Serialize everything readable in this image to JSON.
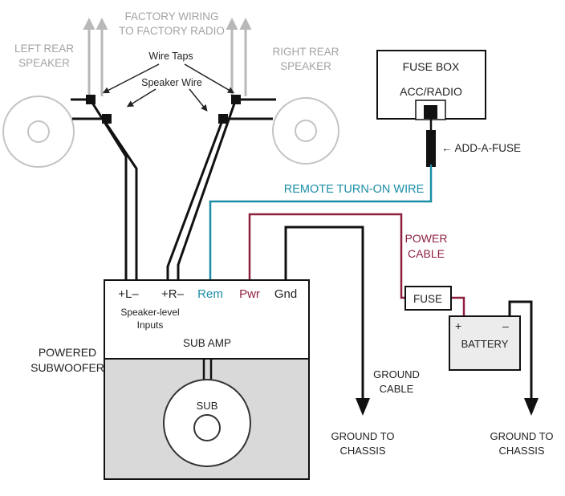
{
  "colors": {
    "remote_wire_teal": "#1b8ea6",
    "power_cable_maroon": "#8e1f3f",
    "factory_gray": "#b8b8b8",
    "wire_black": "#111111",
    "enclosure_gray": "#d9d9d9"
  },
  "top": {
    "factory_wiring": {
      "line1": "FACTORY WIRING",
      "line2": "TO FACTORY RADIO"
    },
    "left_speaker": {
      "line1": "LEFT REAR",
      "line2": "SPEAKER"
    },
    "right_speaker": {
      "line1": "RIGHT REAR",
      "line2": "SPEAKER"
    },
    "wire_taps": "Wire Taps",
    "speaker_wire": "Speaker Wire"
  },
  "fusebox": {
    "title": "FUSE BOX",
    "slot": "ACC/RADIO",
    "add_a_fuse": "← ADD-A-FUSE"
  },
  "wires": {
    "remote": "REMOTE TURN-ON WIRE",
    "power": {
      "line1": "POWER",
      "line2": "CABLE"
    },
    "ground": {
      "line1": "GROUND",
      "line2": "CABLE"
    }
  },
  "amp": {
    "terminals": [
      "+L–",
      "+R–",
      "Rem",
      "Pwr",
      "Gnd"
    ],
    "speaker_level": {
      "line1": "Speaker-level",
      "line2": "Inputs"
    },
    "title": "SUB AMP"
  },
  "subwoofer": {
    "label": {
      "line1": "POWERED",
      "line2": "SUBWOOFER"
    },
    "driver": "SUB"
  },
  "power_side": {
    "fuse": "FUSE",
    "battery": "BATTERY",
    "plus": "+",
    "minus": "–",
    "ground_chassis_left": {
      "line1": "GROUND TO",
      "line2": "CHASSIS"
    },
    "ground_chassis_right": {
      "line1": "GROUND TO",
      "line2": "CHASSIS"
    }
  }
}
